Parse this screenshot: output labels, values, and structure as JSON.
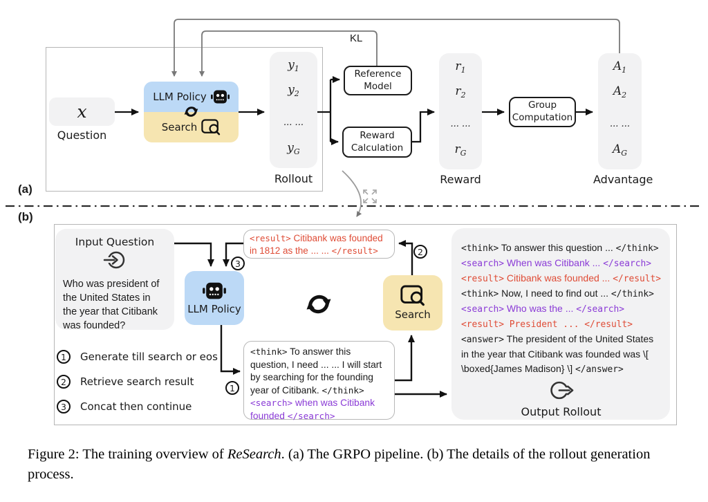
{
  "figure": {
    "caption_prefix": "Figure 2: The training overview of ",
    "caption_italic": "ReSearch",
    "caption_suffix": ". (a) The GRPO pipeline. (b) The details of the rollout generation process."
  },
  "colors": {
    "policy_blue": "#BCD9F6",
    "search_yellow": "#F6E5B1",
    "panel_gray": "#F2F2F3",
    "tag_red": "#DF4B35",
    "tag_purple": "#8A3AD6",
    "feedback_gray": "#787878"
  },
  "panel_a": {
    "label": "(a)",
    "kl_label": "KL",
    "question": {
      "symbol": "x",
      "label": "Question"
    },
    "policy": {
      "llm_label": "LLM Policy",
      "search_label": "Search"
    },
    "rollout": {
      "items": [
        {
          "base": "y",
          "sub": "1"
        },
        {
          "base": "y",
          "sub": "2"
        },
        {
          "base": "... ...",
          "sub": ""
        },
        {
          "base": "y",
          "sub": "G"
        }
      ],
      "label": "Rollout"
    },
    "reference_model": {
      "line1": "Reference",
      "line2": "Model"
    },
    "reward_calc": {
      "line1": "Reward",
      "line2": "Calculation"
    },
    "reward": {
      "items": [
        {
          "base": "r",
          "sub": "1"
        },
        {
          "base": "r",
          "sub": "2"
        },
        {
          "base": "... ...",
          "sub": ""
        },
        {
          "base": "r",
          "sub": "G"
        }
      ],
      "label": "Reward"
    },
    "group_comp": {
      "line1": "Group",
      "line2": "Computation"
    },
    "advantage": {
      "items": [
        {
          "base": "A",
          "sub": "1"
        },
        {
          "base": "A",
          "sub": "2"
        },
        {
          "base": "... ...",
          "sub": ""
        },
        {
          "base": "A",
          "sub": "G"
        }
      ],
      "label": "Advantage"
    }
  },
  "panel_b": {
    "label": "(b)",
    "input_question": {
      "title": "Input Question",
      "text": "Who was president of the United States in the year that Citibank was founded?"
    },
    "steps": [
      {
        "num": "1",
        "text": "Generate till search or eos"
      },
      {
        "num": "2",
        "text": "Retrieve search result"
      },
      {
        "num": "3",
        "text": "Concat then continue"
      }
    ],
    "badges": {
      "b1": "1",
      "b2": "2",
      "b3": "3"
    },
    "llm_policy_label": "LLM Policy",
    "search_label": "Search",
    "result_box": {
      "open": "<result>",
      "text": " Citibank was founded in 1812 as the ... ... ",
      "close": "</result>"
    },
    "think_box": {
      "think_open": "<think>",
      "think_text": " To answer this question, I need ... ... I will start by searching for the founding year of Citibank. ",
      "think_close": "</think>",
      "search_open": "<search>",
      "search_text": " when was Citibank founded ",
      "search_close": "</search>"
    },
    "output": {
      "lines": [
        {
          "open": "<think>",
          "text": " To answer this question ... ",
          "close": "</think>"
        },
        {
          "open": "<search>",
          "text": " When was Citibank ... ",
          "close": "</search>"
        },
        {
          "open": "<result>",
          "text": " Citibank was founded ... ",
          "close": "</result>"
        },
        {
          "open": "<think>",
          "text": " Now, I need to find out ... ",
          "close": "</think>"
        },
        {
          "open": "<search>",
          "text": " Who was the ... ",
          "close": "</search>"
        },
        {
          "open": "<result>",
          "text": " President ... ",
          "close": "</result>"
        },
        {
          "open": "<answer>",
          "text": " The president of the United States in the year that Citibank was founded was \\[ \\boxed{James Madison} \\] ",
          "close": "</answer>"
        }
      ],
      "label": "Output Rollout"
    }
  }
}
